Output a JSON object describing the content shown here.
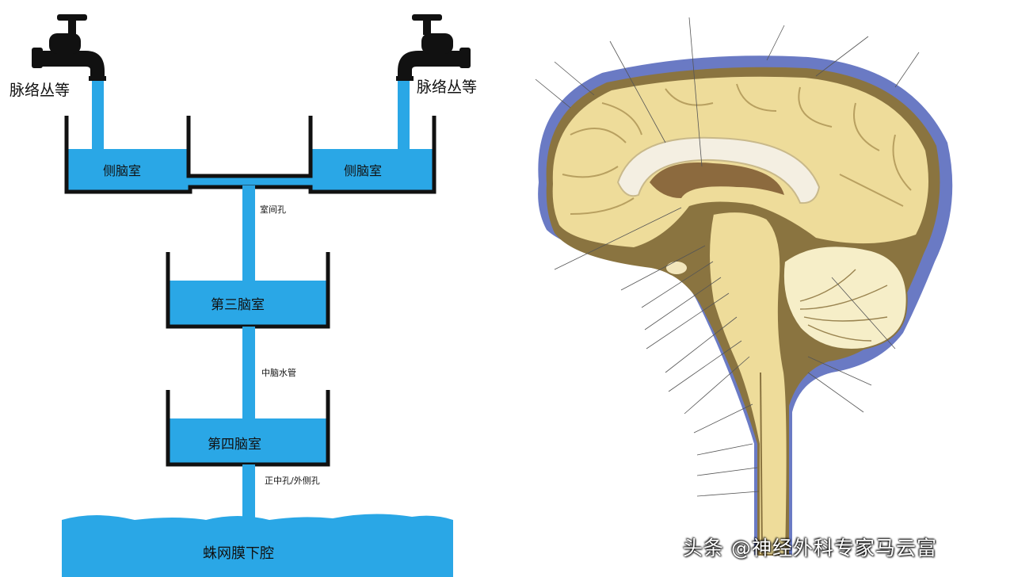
{
  "flow_diagram": {
    "left_source": "脉络丛等",
    "right_source": "脉络丛等",
    "left_lateral_ventricle": "侧脑室",
    "right_lateral_ventricle": "侧脑室",
    "foramen_1": "室间孔",
    "third_ventricle": "第三脑室",
    "aqueduct": "中脑水管",
    "fourth_ventricle": "第四脑室",
    "foramen_2": "正中孔/外侧孔",
    "subarachnoid_space": "蛛网膜下腔"
  },
  "watermark": "头条 @神经外科专家马云富",
  "colors": {
    "water": "#2aa7e6",
    "container": "#111111",
    "csf_space": "#6a7ac4",
    "brain_tissue": "#eedc9a"
  }
}
